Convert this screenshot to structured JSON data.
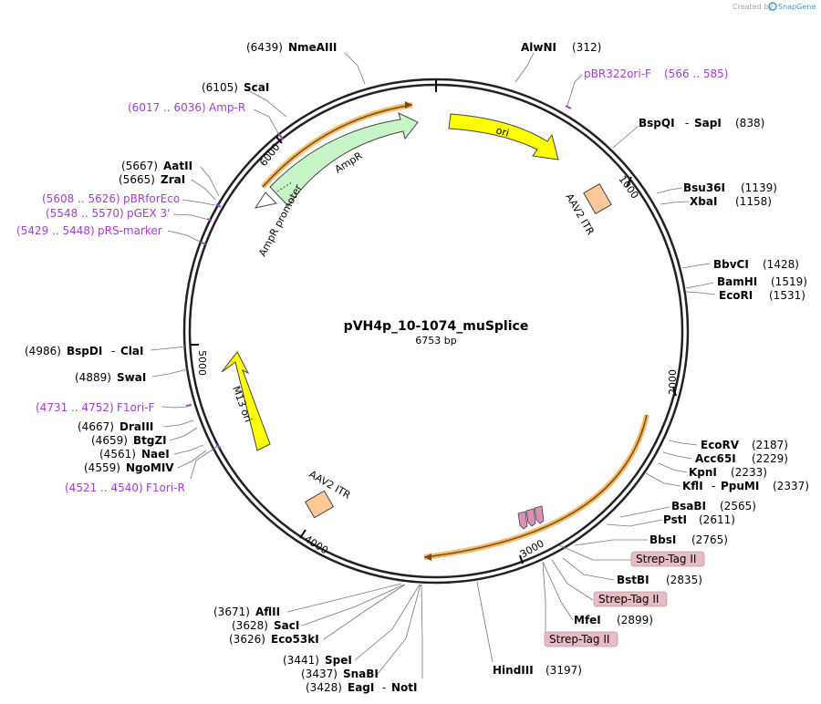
{
  "watermark": {
    "prefix": "Created by",
    "brand": "SnapGene"
  },
  "plasmid": {
    "name": "pVH4p_10-1074_muSplice",
    "length_label": "6753 bp"
  },
  "ticks": [
    "1000",
    "2000",
    "3000",
    "4000",
    "5000",
    "6000"
  ],
  "features": {
    "amp_r": "AmpR",
    "amp_r_promoter": "AmpR promoter",
    "ori": "ori",
    "aav2_itr_1": "AAV2 ITR",
    "aav2_itr_2": "AAV2 ITR",
    "m13_ori": "M13 ori"
  },
  "site_labels": {
    "nmeaiii": {
      "pos": "(6439)",
      "name": "NmeAIII"
    },
    "alwni": {
      "pos": "(312)",
      "name": "AlwNI"
    },
    "pbr322ori": {
      "text": "pBR322ori-F",
      "range": "(566 .. 585)"
    },
    "bspqi": {
      "name": "BspQI",
      "sep": "-",
      "name2": "SapI",
      "pos": "(838)"
    },
    "bsu36i": {
      "name": "Bsu36I",
      "pos": "(1139)"
    },
    "xbai": {
      "name": "XbaI",
      "pos": "(1158)"
    },
    "bbvci": {
      "name": "BbvCI",
      "pos": "(1428)"
    },
    "bamhi": {
      "name": "BamHI",
      "pos": "(1519)"
    },
    "ecori": {
      "name": "EcoRI",
      "pos": "(1531)"
    },
    "ecorv": {
      "name": "EcoRV",
      "pos": "(2187)"
    },
    "acc65i": {
      "name": "Acc65I",
      "pos": "(2229)"
    },
    "kpni": {
      "name": "KpnI",
      "pos": "(2233)"
    },
    "kfli": {
      "name": "KflI",
      "sep": "-",
      "name2": "PpuMI",
      "pos": "(2337)"
    },
    "bsabi": {
      "name": "BsaBI",
      "pos": "(2565)"
    },
    "psti": {
      "name": "PstI",
      "pos": "(2611)"
    },
    "bbsi": {
      "name": "BbsI",
      "pos": "(2765)"
    },
    "strep1": "Strep-Tag II",
    "bstbi": {
      "name": "BstBI",
      "pos": "(2835)"
    },
    "strep2": "Strep-Tag II",
    "mfei": {
      "name": "MfeI",
      "pos": "(2899)"
    },
    "strep3": "Strep-Tag II",
    "hindiii": {
      "name": "HindIII",
      "pos": "(3197)"
    },
    "scai": {
      "pos": "(6105)",
      "name": "ScaI"
    },
    "ampr_primer": {
      "range": "(6017 .. 6036)",
      "text": "Amp-R"
    },
    "aatii": {
      "pos": "(5667)",
      "name": "AatII"
    },
    "zrai": {
      "pos": "(5665)",
      "name": "ZraI"
    },
    "pbrforeco": {
      "range": "(5608 .. 5626)",
      "text": "pBRforEco"
    },
    "pgex3": {
      "range": "(5548 .. 5570)",
      "text": "pGEX 3'"
    },
    "prsmarker": {
      "range": "(5429 .. 5448)",
      "text": "pRS-marker"
    },
    "bspdi": {
      "pos": "(4986)",
      "name": "BspDI",
      "sep": "-",
      "name2": "ClaI"
    },
    "swai": {
      "pos": "(4889)",
      "name": "SwaI"
    },
    "f1orif": {
      "range": "(4731 .. 4752)",
      "text": "F1ori-F"
    },
    "draiii": {
      "pos": "(4667)",
      "name": "DraIII"
    },
    "btgzi": {
      "pos": "(4659)",
      "name": "BtgZI"
    },
    "naei": {
      "pos": "(4561)",
      "name": "NaeI"
    },
    "ngomiv": {
      "pos": "(4559)",
      "name": "NgoMIV"
    },
    "f1orir": {
      "range": "(4521 .. 4540)",
      "text": "F1ori-R"
    },
    "aflii": {
      "pos": "(3671)",
      "name": "AflII"
    },
    "saci": {
      "pos": "(3628)",
      "name": "SacI"
    },
    "eco53ki": {
      "pos": "(3626)",
      "name": "Eco53kI"
    },
    "spei": {
      "pos": "(3441)",
      "name": "SpeI"
    },
    "snabi": {
      "pos": "(3437)",
      "name": "SnaBI"
    },
    "eagi": {
      "pos": "(3428)",
      "name": "EagI",
      "sep": "-",
      "name2": "NotI"
    }
  },
  "colors": {
    "backbone": "#222222",
    "primer": "#a040d0",
    "amp_r": "#c8f5c8",
    "ori": "#ffff00",
    "itr": "#ffc896",
    "orf": "#f0b050",
    "strep_tag": "#e6bcc4"
  }
}
